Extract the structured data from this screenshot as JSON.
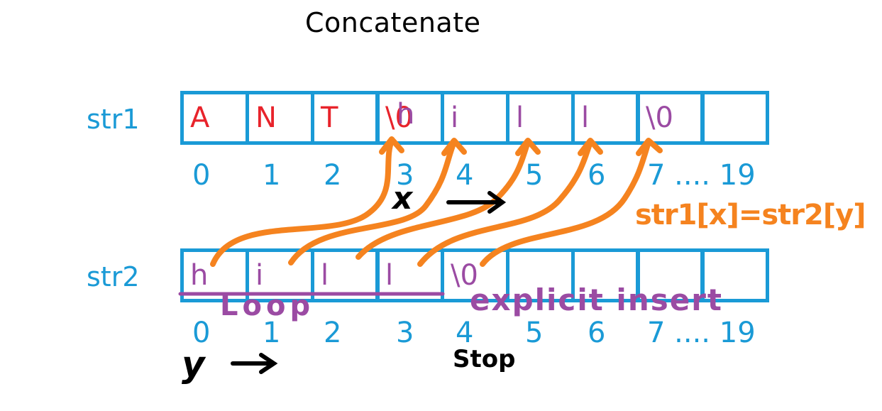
{
  "title": "Concatenate",
  "str1": {
    "label": "str1",
    "cells": [
      "A",
      "N",
      "T",
      "\\0",
      "i",
      "l",
      "l",
      "\\0",
      ""
    ],
    "overwritten": [
      "h",
      "",
      "",
      "",
      "",
      "",
      "",
      "",
      ""
    ],
    "indices": [
      "0",
      "1",
      "2",
      "3",
      "4",
      "5",
      "6",
      "7 .... 19"
    ]
  },
  "str2": {
    "label": "str2",
    "cells": [
      "h",
      "i",
      "l",
      "l",
      "\\0",
      "",
      "",
      "",
      ""
    ],
    "indices": [
      "0",
      "1",
      "2",
      "3",
      "4",
      "5",
      "6",
      "7 .... 19"
    ]
  },
  "annotations": {
    "x_var": "x",
    "y_var": "y",
    "formula": "str1[x]=str2[y]",
    "loop": "Loop",
    "explicit_insert": "explicit insert",
    "stop": "Stop"
  },
  "colors": {
    "grid": "#1a9ad6",
    "original": "#e8232b",
    "copied": "#9b4ba3",
    "arrow": "#f5831f",
    "ink": "#000000"
  }
}
